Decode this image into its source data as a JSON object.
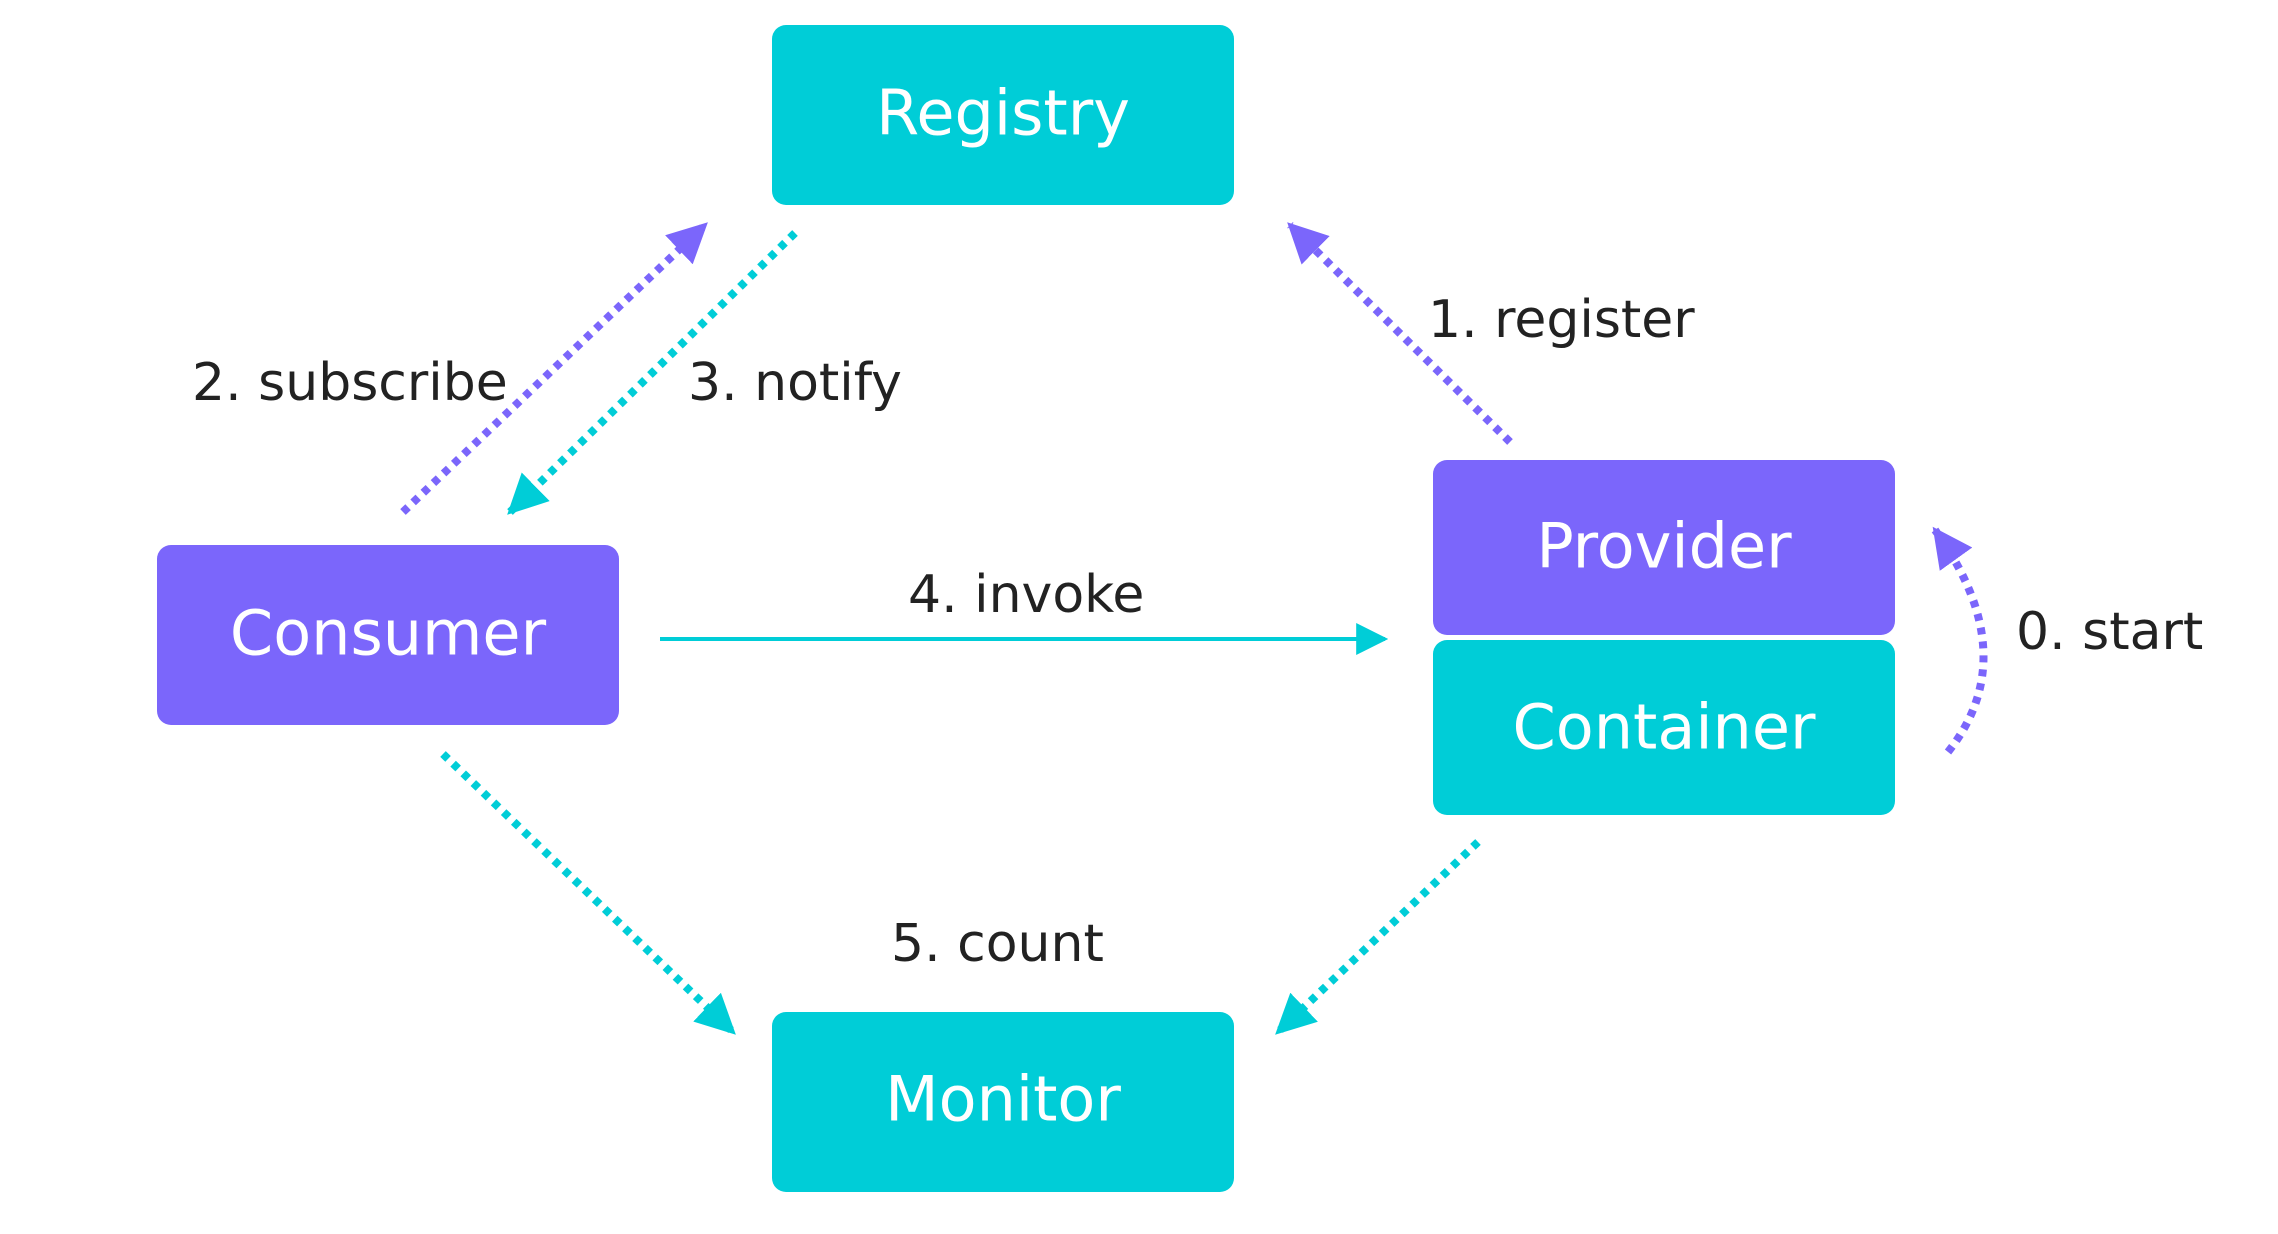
{
  "colors": {
    "cyan": "#00cdd7",
    "purple": "#7b66fb",
    "text": "#222222",
    "node_text": "#ffffff"
  },
  "nodes": {
    "registry": "Registry",
    "consumer": "Consumer",
    "provider": "Provider",
    "container": "Container",
    "monitor": "Monitor"
  },
  "edges": {
    "start": "0. start",
    "register": "1. register",
    "subscribe": "2. subscribe",
    "notify": "3. notify",
    "invoke": "4. invoke",
    "count": "5. count"
  }
}
